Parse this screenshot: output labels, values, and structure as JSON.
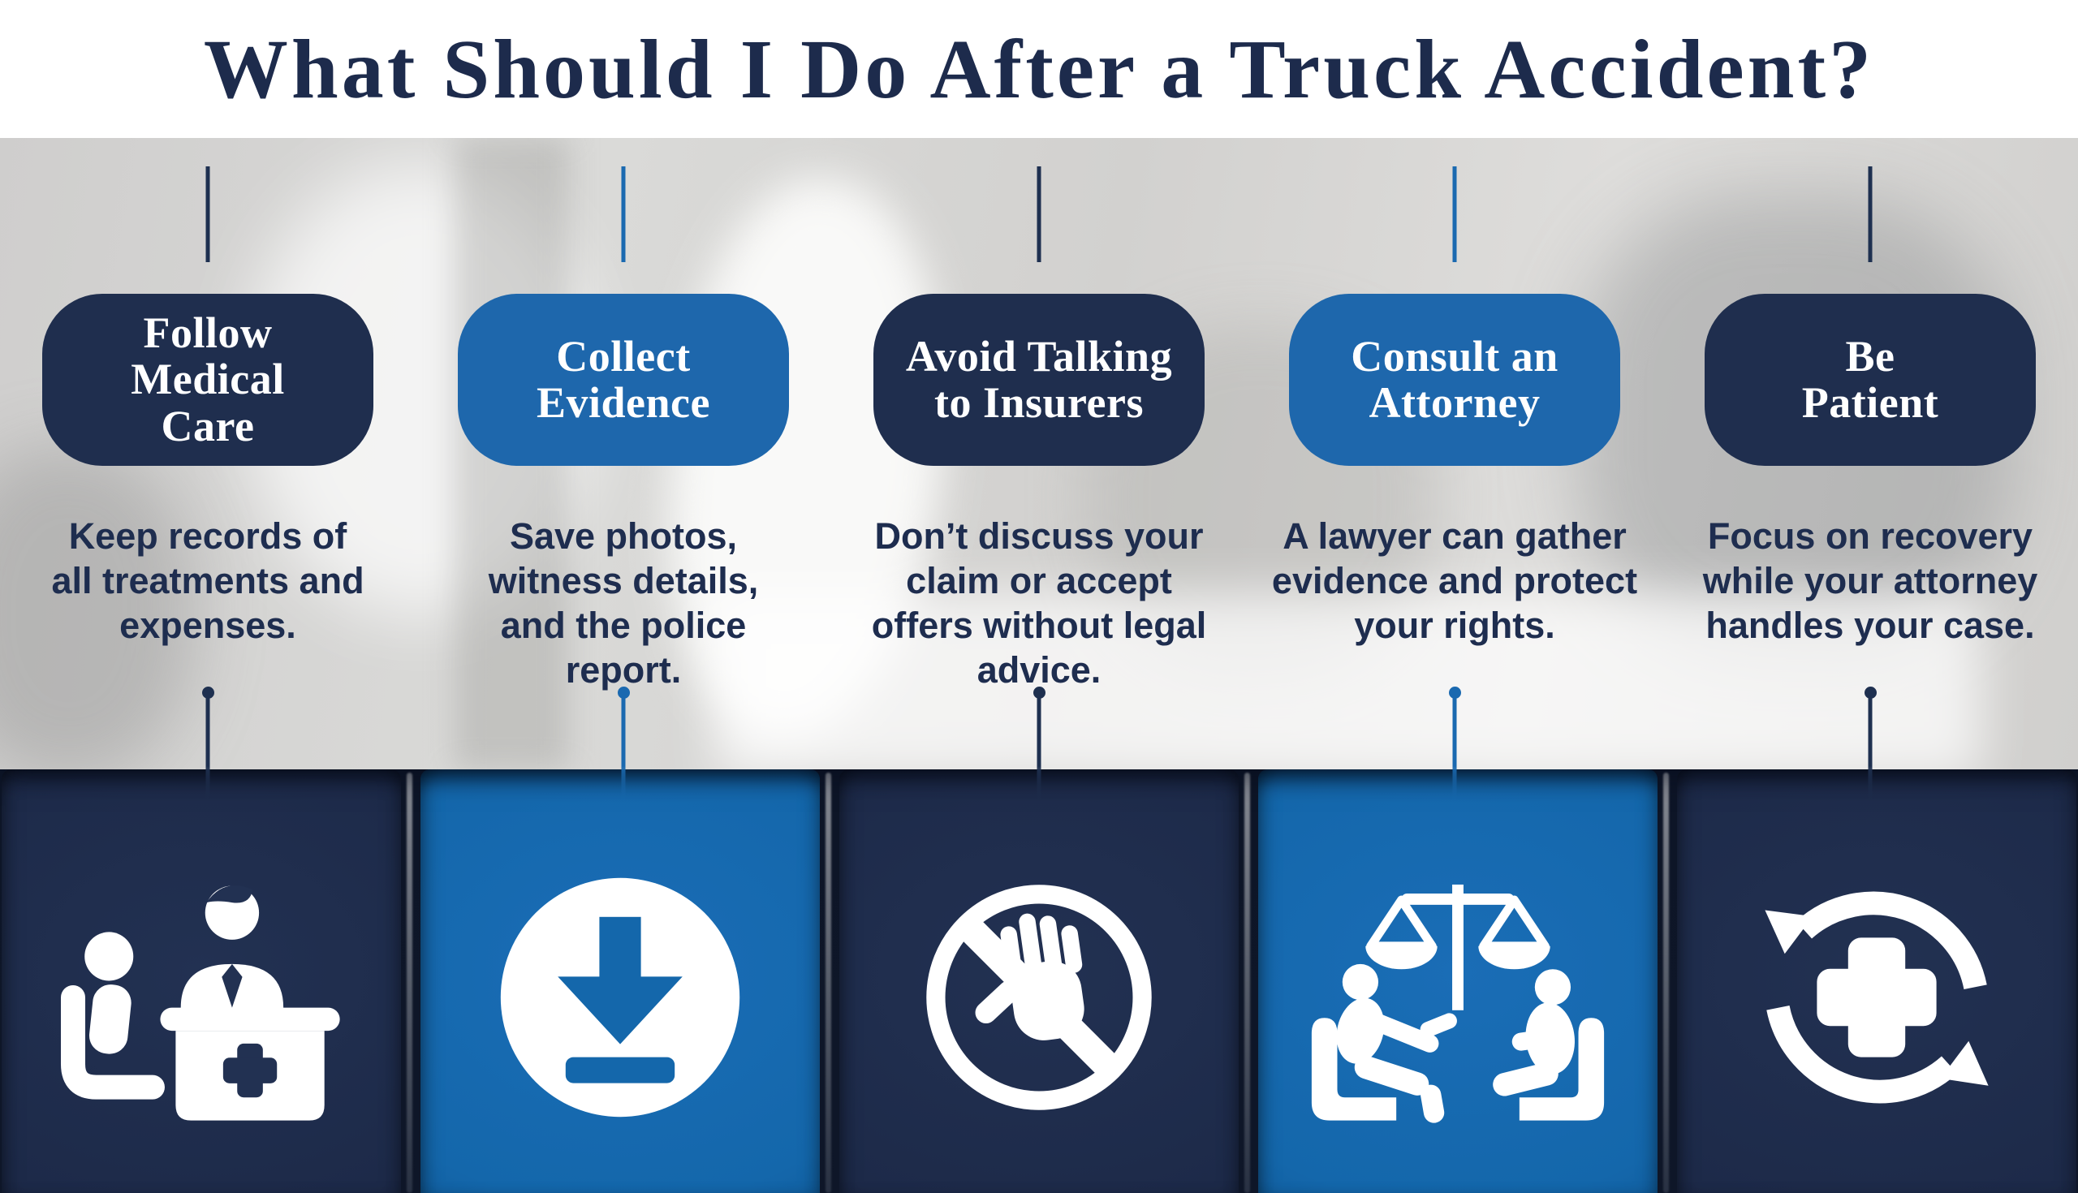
{
  "title": "What Should I Do After a Truck Accident?",
  "palette": {
    "title_text": "#1d2b4c",
    "band_white": "#ffffff",
    "photo_gray": "#d4d3d1",
    "navy_pill": "#1f2e4e",
    "blue_pill": "#1e67ac",
    "navy_line": "#1e3050",
    "blue_line": "#1a69b0",
    "body_text": "#1e2d4f",
    "panel_navy": "#223152",
    "panel_navy_deep": "#17213c",
    "panel_blue": "#1467ab",
    "panel_blue_deep": "#0b4a84",
    "panel_gap_dark": "#0d1527",
    "icon_white": "#ffffff"
  },
  "steps": [
    {
      "id": "follow-medical-care",
      "variant": "navy",
      "pill_label": "Follow Medical Care",
      "pill_lines": [
        "Follow",
        "Medical",
        "Care"
      ],
      "description": "Keep records of all treatments and expenses.",
      "description_lines": [
        "Keep records of",
        "all treatments and",
        "expenses."
      ],
      "icon": "patient-doctor-desk-icon"
    },
    {
      "id": "collect-evidence",
      "variant": "blue",
      "pill_label": "Collect Evidence",
      "pill_lines": [
        "Collect",
        "Evidence"
      ],
      "description": "Save photos, witness details, and the police report.",
      "description_lines": [
        "Save photos,",
        "witness details,",
        "and the police",
        "report."
      ],
      "icon": "download-icon"
    },
    {
      "id": "avoid-talking-to-insurers",
      "variant": "navy",
      "pill_label": "Avoid Talking to Insurers",
      "pill_lines": [
        "Avoid Talking",
        "to Insurers"
      ],
      "description": "Don’t discuss your claim or accept offers without legal advice.",
      "description_lines": [
        "Don’t discuss your",
        "claim or accept",
        "offers without legal",
        "advice."
      ],
      "icon": "stop-hand-icon"
    },
    {
      "id": "consult-an-attorney",
      "variant": "blue",
      "pill_label": "Consult an Attorney",
      "pill_lines": [
        "Consult an",
        "Attorney"
      ],
      "description": "A lawyer can gather evidence and protect your rights.",
      "description_lines": [
        "A lawyer can gather",
        "evidence and protect",
        "your rights."
      ],
      "icon": "attorney-consult-icon"
    },
    {
      "id": "be-patient",
      "variant": "navy",
      "pill_label": "Be Patient",
      "pill_lines": [
        "Be",
        "Patient"
      ],
      "description": "Focus on recovery while your attorney handles your case.",
      "description_lines": [
        "Focus on recovery",
        "while your attorney",
        "handles your case."
      ],
      "icon": "recovery-cycle-icon"
    }
  ]
}
